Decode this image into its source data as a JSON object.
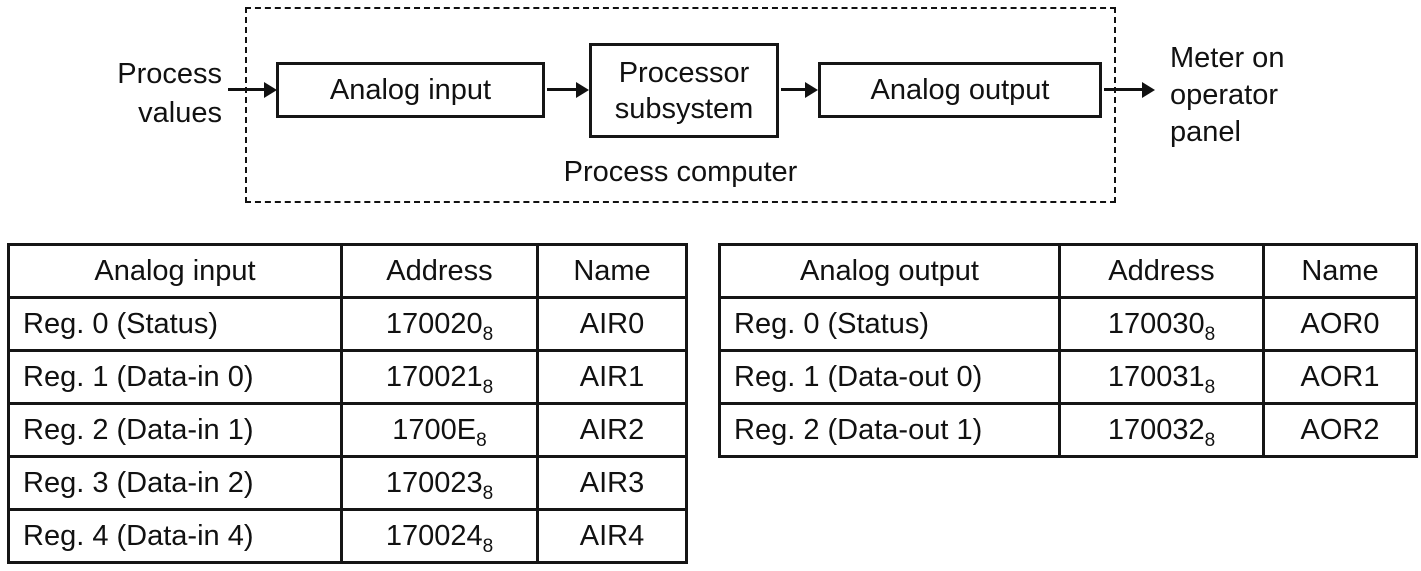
{
  "diagram": {
    "process_values_label": "Process\nvalues",
    "meter_label": "Meter on\noperator\npanel",
    "process_computer_label": "Process computer",
    "blocks": {
      "analog_input": "Analog input",
      "processor": "Processor\nsubsystem",
      "analog_output": "Analog output"
    },
    "arrows": [
      "process-values-to-analog-input",
      "analog-input-to-processor",
      "processor-to-analog-output",
      "analog-output-to-meter"
    ]
  },
  "tables": {
    "left": {
      "headers": [
        "Analog input",
        "Address",
        "Name"
      ],
      "rows": [
        {
          "label": "Reg. 0 (Status)",
          "address": "170020",
          "base": "8",
          "name": "AIR0"
        },
        {
          "label": "Reg. 1 (Data-in 0)",
          "address": "170021",
          "base": "8",
          "name": "AIR1"
        },
        {
          "label": "Reg. 2 (Data-in 1)",
          "address": "1700E",
          "base": "8",
          "name": "AIR2"
        },
        {
          "label": "Reg. 3 (Data-in 2)",
          "address": "170023",
          "base": "8",
          "name": "AIR3"
        },
        {
          "label": "Reg. 4 (Data-in 4)",
          "address": "170024",
          "base": "8",
          "name": "AIR4"
        }
      ]
    },
    "right": {
      "headers": [
        "Analog output",
        "Address",
        "Name"
      ],
      "rows": [
        {
          "label": "Reg. 0 (Status)",
          "address": "170030",
          "base": "8",
          "name": "AOR0"
        },
        {
          "label": "Reg. 1 (Data-out 0)",
          "address": "170031",
          "base": "8",
          "name": "AOR1"
        },
        {
          "label": "Reg. 2 (Data-out 1)",
          "address": "170032",
          "base": "8",
          "name": "AOR2"
        }
      ]
    }
  },
  "colors": {
    "ink": "#111111",
    "background": "#ffffff"
  }
}
